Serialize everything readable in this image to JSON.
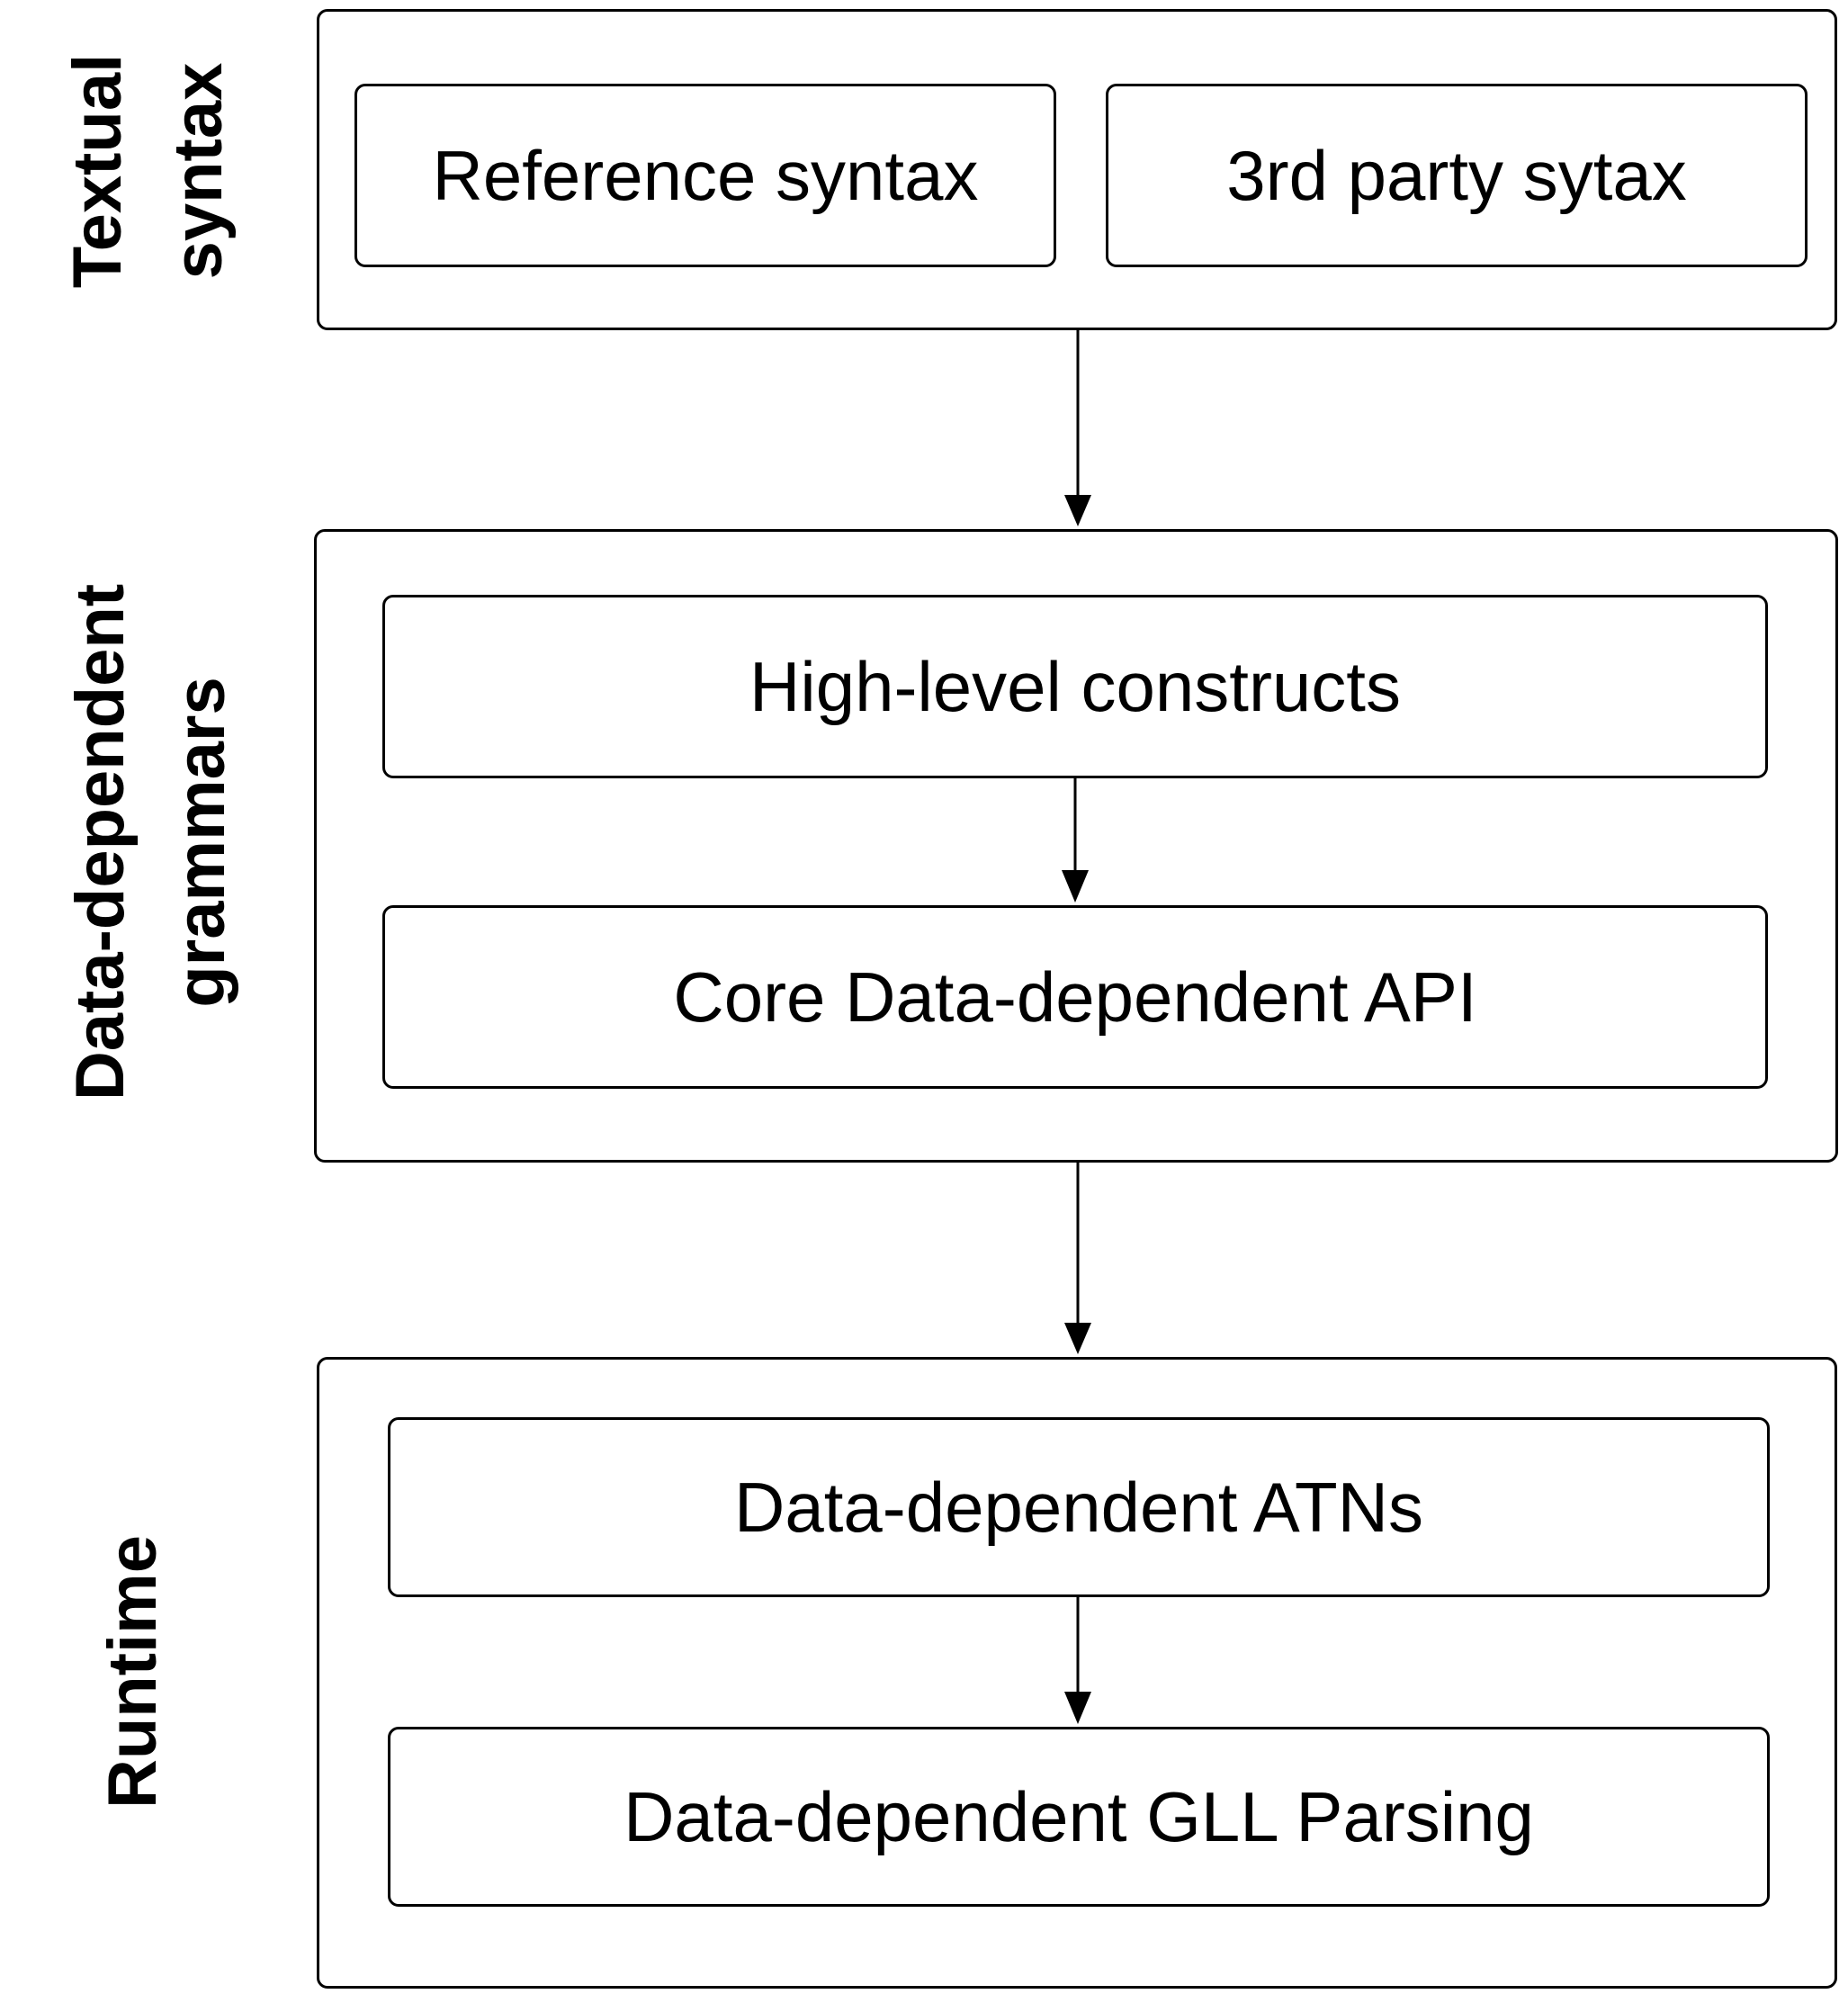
{
  "layers": [
    {
      "id": "textual",
      "label_lines": [
        "Textual",
        "syntax"
      ],
      "boxes": [
        "Reference syntax",
        "3rd party sytax"
      ]
    },
    {
      "id": "grammars",
      "label_lines": [
        "Data-dependent",
        "grammars"
      ],
      "boxes": [
        "High-level constructs",
        "Core Data-dependent API"
      ]
    },
    {
      "id": "runtime",
      "label_lines": [
        "Runtime"
      ],
      "boxes": [
        "Data-dependent ATNs",
        "Data-dependent GLL Parsing"
      ]
    }
  ],
  "colors": {
    "stroke": "#000000",
    "background": "#ffffff"
  }
}
